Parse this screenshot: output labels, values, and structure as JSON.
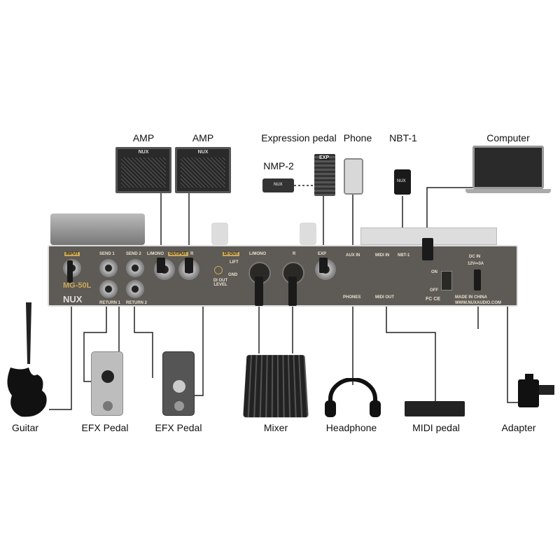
{
  "labels": {
    "amp1": "AMP",
    "amp2": "AMP",
    "expression": "Expression pedal",
    "phone": "Phone",
    "nbt": "NBT-1",
    "computer": "Computer",
    "nmp": "NMP-2",
    "guitar": "Guitar",
    "efx1": "EFX Pedal",
    "efx2": "EFX Pedal",
    "mixer": "Mixer",
    "headphone": "Headphone",
    "midi_pedal": "MIDI pedal",
    "adapter": "Adapter"
  },
  "device_logos": {
    "amp_brand": "NUX",
    "exp_brand": "EXP",
    "nbt_brand": "NUX",
    "nmp_brand": "NUX"
  },
  "panel": {
    "input": "INPUT",
    "send1": "SEND 1",
    "send2": "SEND 2",
    "return1": "RETURN 1",
    "return2": "RETURN 2",
    "out_l": "L/MONO",
    "output": "OUTPUT",
    "out_r": "R",
    "di_out": "DI OUT",
    "di_l": "L/MONO",
    "di_r": "R",
    "lift": "LIFT",
    "gnd": "GND",
    "di_level": "DI OUT LEVEL",
    "exp": "EXP",
    "aux_in": "AUX IN",
    "phones": "PHONES",
    "midi_in": "MIDI IN",
    "midi_out": "MIDI OUT",
    "nbt": "NBT-1",
    "on": "ON",
    "off": "OFF",
    "dc_in": "DC IN",
    "dc_spec": "12V⎓3A",
    "made_in": "MADE IN CHINA",
    "website": "WWW.NUXAUDIO.COM",
    "model": "MG-50L",
    "brand": "NUX",
    "certs": "FC CE"
  }
}
